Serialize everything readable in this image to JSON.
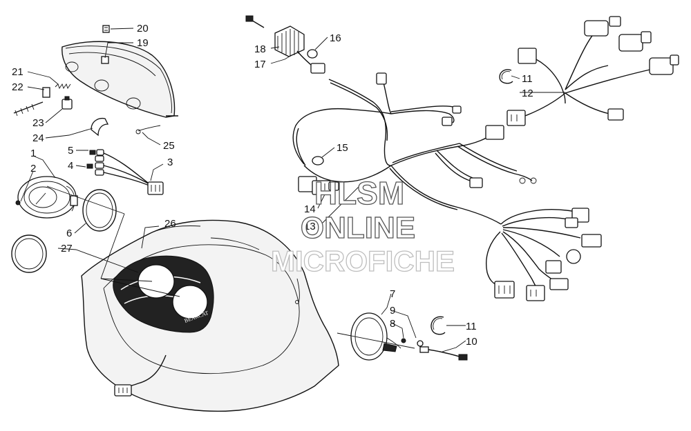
{
  "callouts": {
    "c1": "1",
    "c2": "2",
    "c3": "3",
    "c4": "4",
    "c5": "5",
    "c6": "6",
    "c7": "7",
    "c8": "8",
    "c9": "9",
    "c10": "10",
    "c11a": "11",
    "c11b": "11",
    "c12": "12",
    "c13": "13",
    "c14": "14",
    "c15": "15",
    "c16": "16",
    "c17": "17",
    "c18": "18",
    "c19": "19",
    "c20": "20",
    "c21": "21",
    "c22": "22",
    "c23": "23",
    "c24": "24",
    "c25": "25",
    "c26": "26",
    "c27": "27"
  },
  "watermark": {
    "line1": "HLSM",
    "line2": "ONLINE",
    "line3": "MICROFICHE"
  },
  "decal": {
    "brand": "BEARCAT"
  }
}
